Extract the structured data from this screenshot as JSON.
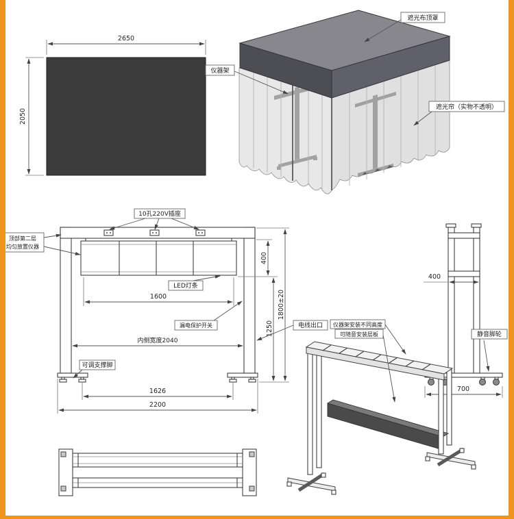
{
  "page": {
    "border_color": "#ef941d",
    "background": "#ffffff"
  },
  "views": {
    "top_view": {
      "dim_width": "2650",
      "dim_height": "2050"
    },
    "iso_cover": {
      "label_top_cover": "遮光布顶罩",
      "label_rack": "仪器架",
      "label_curtain": "遮光帘（实物不透明）"
    },
    "front_view": {
      "label_socket": "10孔220V插座",
      "label_top_line1": "顶部第二层",
      "label_top_line2": "均匀放置仪器",
      "label_led": "LED灯条",
      "label_breaker": "漏电保护开关",
      "label_outlet": "电线出口",
      "label_feet": "可调支撑脚",
      "dim_led_width": "1600",
      "dim_top_gap": "400",
      "dim_clear_height": "1250",
      "dim_total_height": "1800±20",
      "dim_inner_width": "内侧宽度2040",
      "dim_feet_span": "1626",
      "dim_total_width": "2200"
    },
    "side_view": {
      "dim_depth": "400",
      "dim_base": "700",
      "label_casters": "静音脚轮"
    },
    "iso_frame": {
      "label_heights": "仪器架安装不同高度",
      "label_shelf": "可随意安装层板"
    }
  }
}
